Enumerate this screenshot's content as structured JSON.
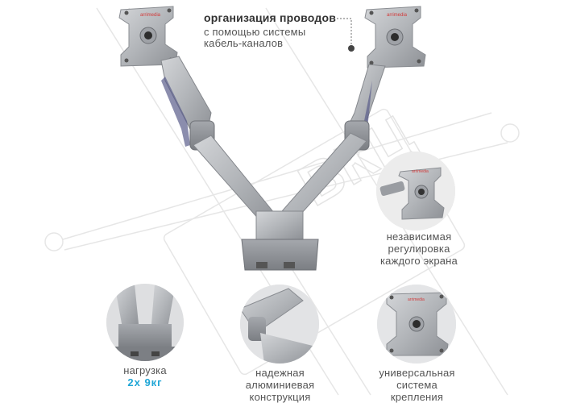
{
  "brand": "arrimedia",
  "captions": {
    "cable_title": "организация проводов",
    "cable_line1": "с помощью системы",
    "cable_line2": "кабель-каналов",
    "independent_line1": "независимая",
    "independent_line2": "регулировка",
    "independent_line3": "каждого экрана",
    "load_line1": "нагрузка",
    "load_value": "2x  9кг",
    "aluminium_line1": "надежная",
    "aluminium_line2": "алюминиевая",
    "aluminium_line3": "конструкция",
    "universal_line1": "универсальная",
    "universal_line2": "система",
    "universal_line3": "крепления"
  },
  "watermark": {
    "text": "ВКЦ"
  },
  "colors": {
    "accent": "#1fa6d6",
    "silver": "#b9bcc0",
    "dark_silver": "#8e9196",
    "brand_red": "#d23a3a"
  }
}
